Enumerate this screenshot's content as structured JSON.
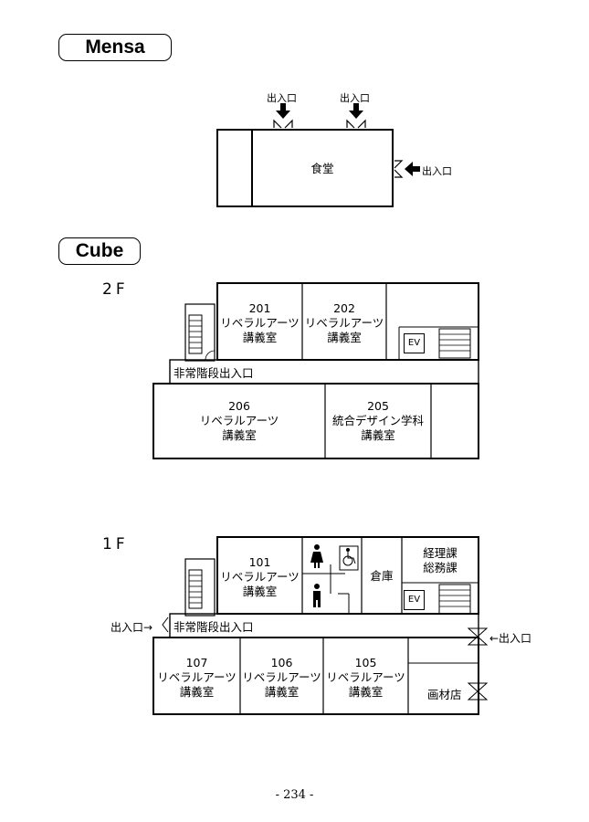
{
  "sections": {
    "mensa": "Mensa",
    "cube": "Cube"
  },
  "mensa": {
    "room": "食堂",
    "entrance_top_left": "出入口",
    "entrance_top_right": "出入口",
    "entrance_right": "出入口"
  },
  "floor2": {
    "label": "2F",
    "room201": [
      "201",
      "リベラルアーツ",
      "講義室"
    ],
    "room202": [
      "202",
      "リベラルアーツ",
      "講義室"
    ],
    "room206": [
      "206",
      "リベラルアーツ",
      "講義室"
    ],
    "room205": [
      "205",
      "統合デザイン学科",
      "講義室"
    ],
    "ev": "EV",
    "emergency": "非常階段出入口"
  },
  "floor1": {
    "label": "1F",
    "room101": [
      "101",
      "リベラルアーツ",
      "講義室"
    ],
    "room107": [
      "107",
      "リベラルアーツ",
      "講義室"
    ],
    "room106": [
      "106",
      "リベラルアーツ",
      "講義室"
    ],
    "room105": [
      "105",
      "リベラルアーツ",
      "講義室"
    ],
    "storage": "倉庫",
    "office": [
      "経理課",
      "総務課"
    ],
    "ev": "EV",
    "emergency": "非常階段出入口",
    "entrance_left": "出入口→",
    "entrance_right": "←出入口",
    "shop": "画材店"
  },
  "page_number": "- 234 -"
}
